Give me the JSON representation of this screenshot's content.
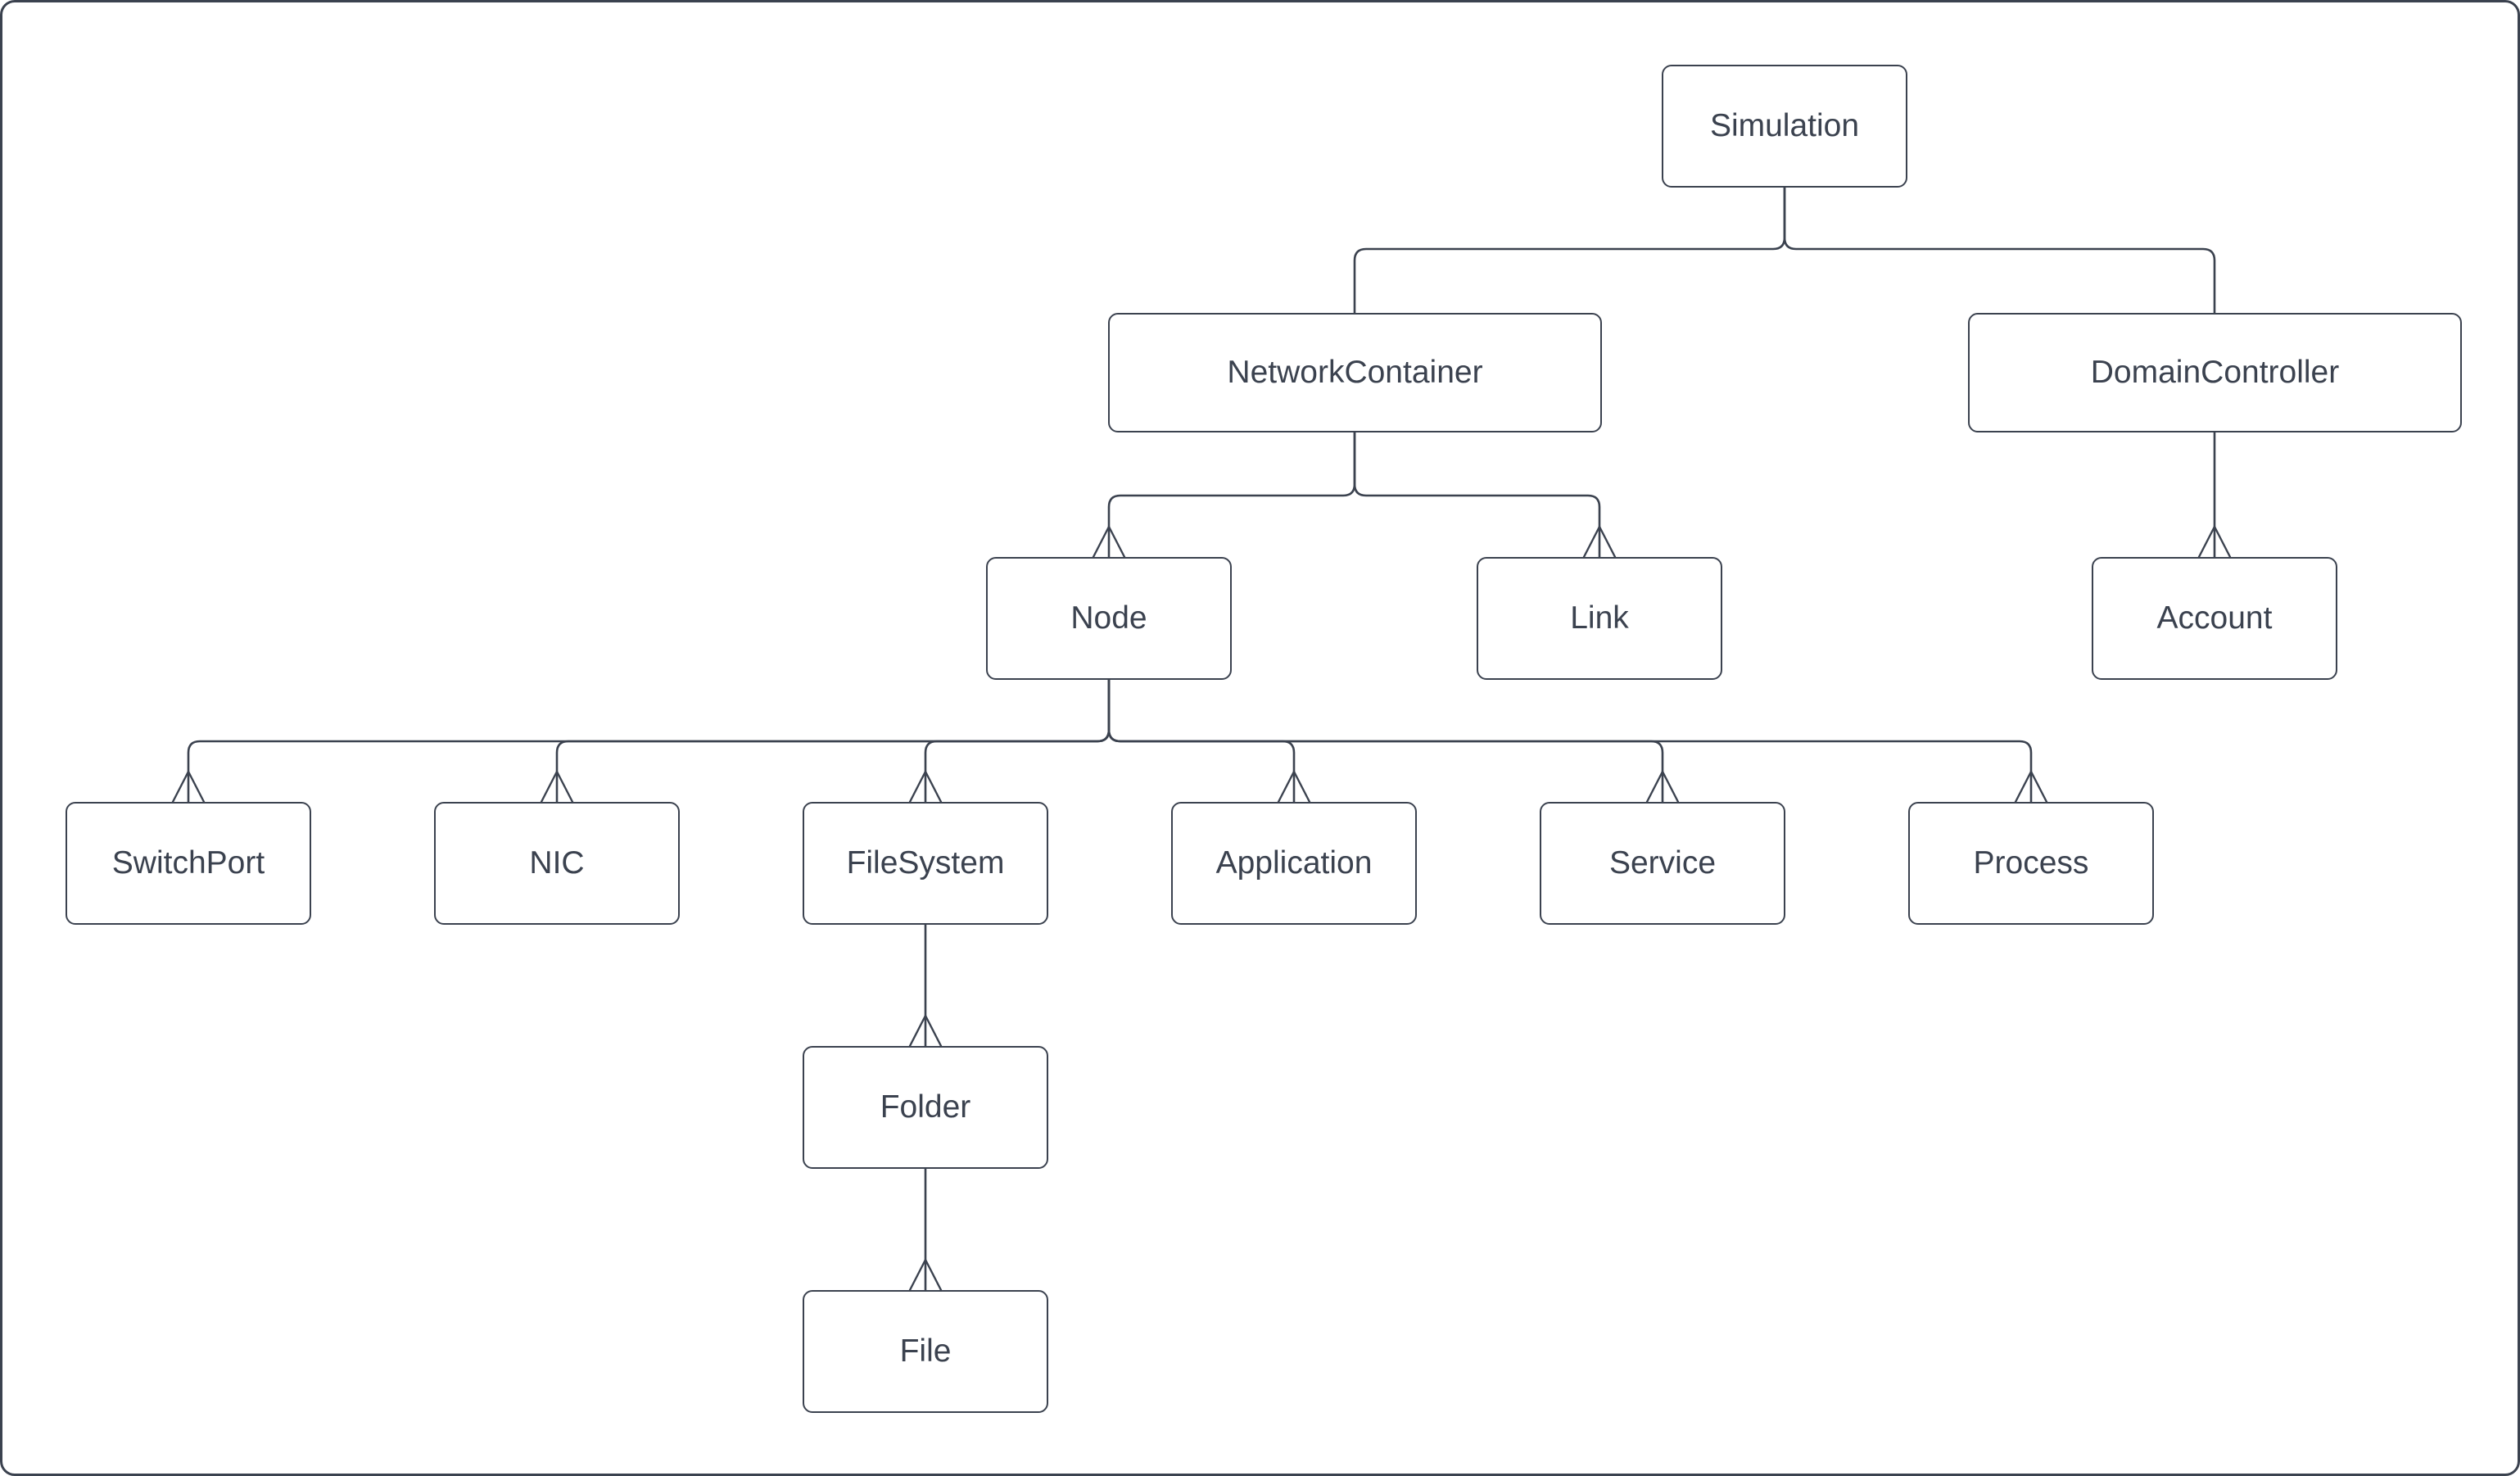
{
  "diagram": {
    "type": "hierarchy",
    "nodes": {
      "simulation": {
        "label": "Simulation"
      },
      "network_container": {
        "label": "NetworkContainer"
      },
      "domain_controller": {
        "label": "DomainController"
      },
      "node": {
        "label": "Node"
      },
      "link": {
        "label": "Link"
      },
      "account": {
        "label": "Account"
      },
      "switch_port": {
        "label": "SwitchPort"
      },
      "nic": {
        "label": "NIC"
      },
      "file_system": {
        "label": "FileSystem"
      },
      "application": {
        "label": "Application"
      },
      "service": {
        "label": "Service"
      },
      "process": {
        "label": "Process"
      },
      "folder": {
        "label": "Folder"
      },
      "file": {
        "label": "File"
      }
    },
    "hierarchy": [
      {
        "parent": "Simulation",
        "child": "NetworkContainer",
        "child_marker": "none"
      },
      {
        "parent": "Simulation",
        "child": "DomainController",
        "child_marker": "none"
      },
      {
        "parent": "NetworkContainer",
        "child": "Node",
        "child_marker": "open-arrowhead"
      },
      {
        "parent": "NetworkContainer",
        "child": "Link",
        "child_marker": "open-arrowhead"
      },
      {
        "parent": "DomainController",
        "child": "Account",
        "child_marker": "open-arrowhead"
      },
      {
        "parent": "Node",
        "child": "SwitchPort",
        "child_marker": "open-arrowhead"
      },
      {
        "parent": "Node",
        "child": "NIC",
        "child_marker": "open-arrowhead"
      },
      {
        "parent": "Node",
        "child": "FileSystem",
        "child_marker": "open-arrowhead"
      },
      {
        "parent": "Node",
        "child": "Application",
        "child_marker": "open-arrowhead"
      },
      {
        "parent": "Node",
        "child": "Service",
        "child_marker": "open-arrowhead"
      },
      {
        "parent": "Node",
        "child": "Process",
        "child_marker": "open-arrowhead"
      },
      {
        "parent": "FileSystem",
        "child": "Folder",
        "child_marker": "open-arrowhead"
      },
      {
        "parent": "Folder",
        "child": "File",
        "child_marker": "open-arrowhead"
      }
    ],
    "connector_style": {
      "routing": "orthogonal",
      "corners": "rounded"
    },
    "colors": {
      "stroke": "#3b424f",
      "text": "#3b424f",
      "canvas_background": "#ffffff"
    }
  }
}
